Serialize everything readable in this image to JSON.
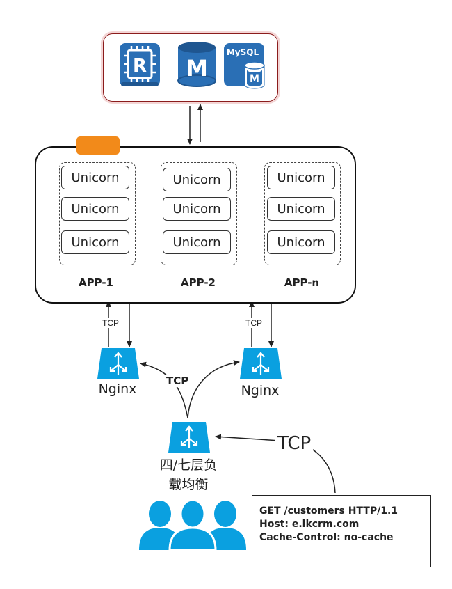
{
  "colors": {
    "accent_blue": "#0aa0e0",
    "store_blue": "#2a6fb5",
    "orange": "#f28a1a"
  },
  "data_store": {
    "icons": [
      "redis-icon",
      "mongodb-icon",
      "mysql-icon"
    ],
    "redis_letter": "R",
    "mongo_letter": "M",
    "mysql_text": "MySQL",
    "mysql_letter": "M"
  },
  "apps": [
    {
      "label": "APP-1",
      "unicorns": [
        "Unicorn",
        "Unicorn",
        "Unicorn"
      ]
    },
    {
      "label": "APP-2",
      "unicorns": [
        "Unicorn",
        "Unicorn",
        "Unicorn"
      ]
    },
    {
      "label": "APP-n",
      "unicorns": [
        "Unicorn",
        "Unicorn",
        "Unicorn"
      ]
    }
  ],
  "connections": {
    "left_tcp": "TCP",
    "right_tcp": "TCP",
    "mid_tcp": "TCP",
    "client_tcp": "TCP"
  },
  "nginx": [
    {
      "label": "Nginx"
    },
    {
      "label": "Nginx"
    }
  ],
  "load_balancer": {
    "line1": "四/七层负",
    "line2": "载均衡"
  },
  "request": {
    "line1": "GET /customers HTTP/1.1",
    "line2": "Host: e.ikcrm.com",
    "line3": "Cache-Control: no-cache"
  }
}
